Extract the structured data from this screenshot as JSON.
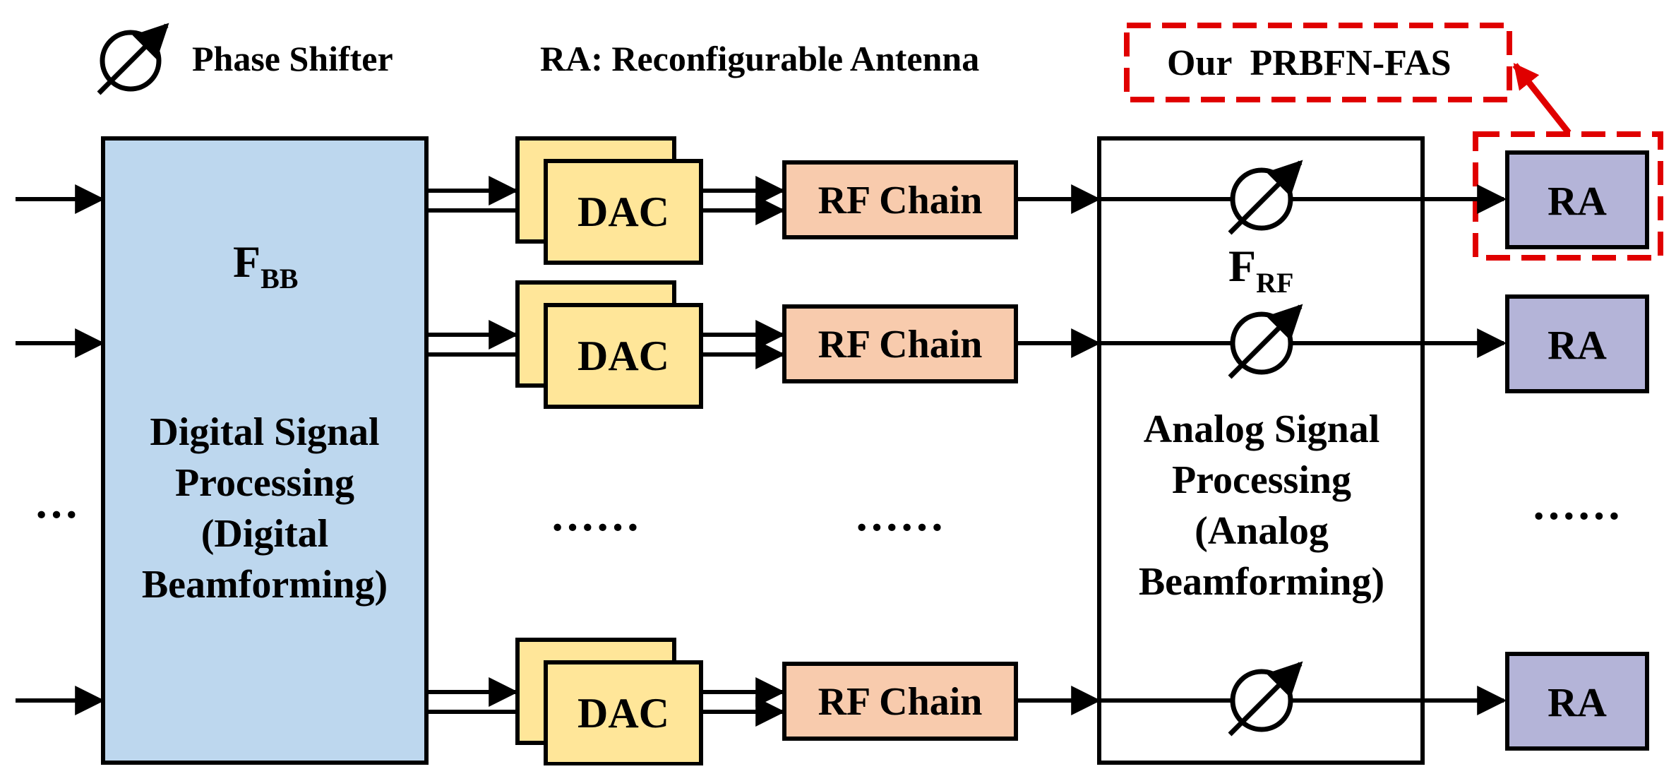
{
  "legend": {
    "phase_shifter_label": "Phase Shifter",
    "ra_definition": "RA: Reconfigurable Antenna",
    "our_method_label": "Our  PRBFN-FAS"
  },
  "digital_block": {
    "symbol_main": "F",
    "symbol_sub": "BB",
    "title_lines": [
      "Digital Signal",
      "Processing",
      "(Digital",
      "Beamforming)"
    ]
  },
  "analog_block": {
    "symbol_main": "F",
    "symbol_sub": "RF",
    "title_lines": [
      "Analog Signal",
      "Processing",
      "(Analog",
      "Beamforming)"
    ]
  },
  "rows": [
    {
      "dac_label": "DAC",
      "rf_label": "RF Chain",
      "antenna_label": "RA"
    },
    {
      "dac_label": "DAC",
      "rf_label": "RF Chain",
      "antenna_label": "RA"
    },
    {
      "dac_label": "DAC",
      "rf_label": "RF Chain",
      "antenna_label": "RA"
    }
  ],
  "ellipses": {
    "input": "···",
    "dac": "······",
    "rf": "······",
    "antenna": "······"
  },
  "colors": {
    "digital_fill": "#bdd7ee",
    "dac_fill": "#ffe699",
    "rf_fill": "#f8cbad",
    "antenna_fill": "#b4b4d8",
    "highlight": "#e00000",
    "stroke": "#000000"
  }
}
